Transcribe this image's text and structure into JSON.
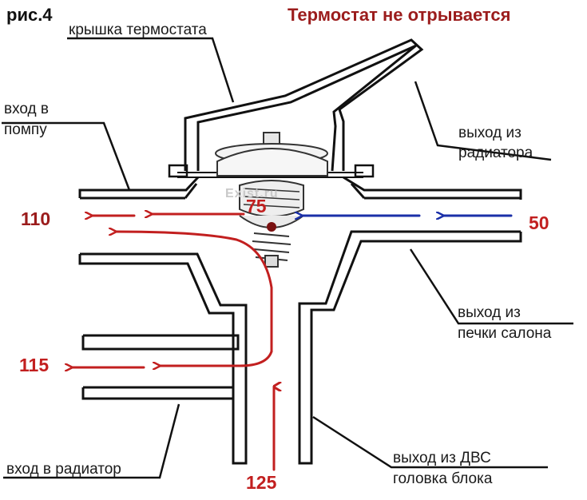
{
  "figure_label": "рис.4",
  "title": "Термостат не отрывается",
  "colors": {
    "title": "#9b1c1c",
    "hot_flow": "#c21f1f",
    "cold_flow": "#1a2fa8",
    "lines": "#111111"
  },
  "labels": {
    "thermostat_cover": "крышка термостата",
    "pump_inlet_line1": "вход в",
    "pump_inlet_line2": "помпу",
    "radiator_outlet_line1": "выход из",
    "radiator_outlet_line2": "радиатора",
    "heater_outlet_line1": "выход из",
    "heater_outlet_line2": "печки салона",
    "radiator_inlet": "вход в радиатор",
    "engine_outlet_line1": "выход из ДВС",
    "engine_outlet_line2": "головка блока"
  },
  "temperatures": {
    "pump_inlet": "110",
    "thermostat": "75",
    "radiator_return": "50",
    "radiator_inlet": "115",
    "engine_outlet": "125"
  },
  "watermark": "Exist.ru",
  "icons": [
    "thermostat-valve-icon",
    "flow-arrow-icon"
  ]
}
